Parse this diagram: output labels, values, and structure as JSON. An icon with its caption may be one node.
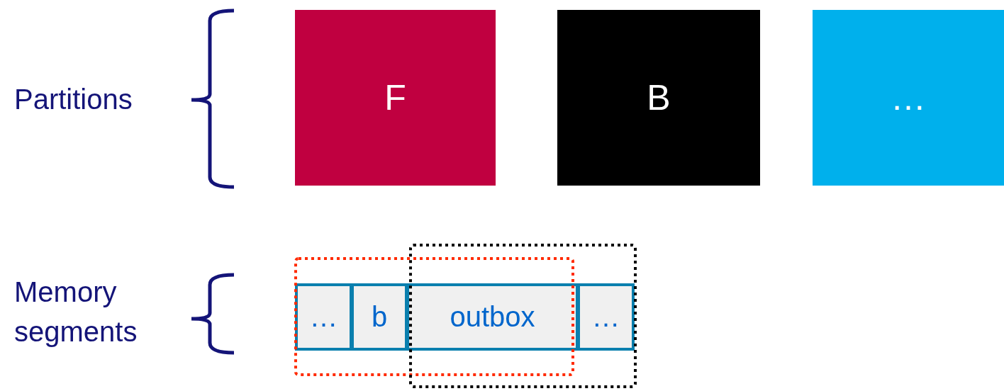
{
  "diagram": {
    "nodes": [
      {
        "text": [
          "F"
        ]
      },
      {
        "text": [
          "B"
        ]
      },
      {
        "text": [
          "…"
        ]
      },
      {
        "text": [
          "…"
        ]
      },
      {
        "text": [
          "b"
        ]
      },
      {
        "text": [
          "outbox"
        ]
      },
      {
        "text": [
          "…"
        ]
      }
    ],
    "labels": [
      "Partitions",
      "Memory segments"
    ]
  }
}
